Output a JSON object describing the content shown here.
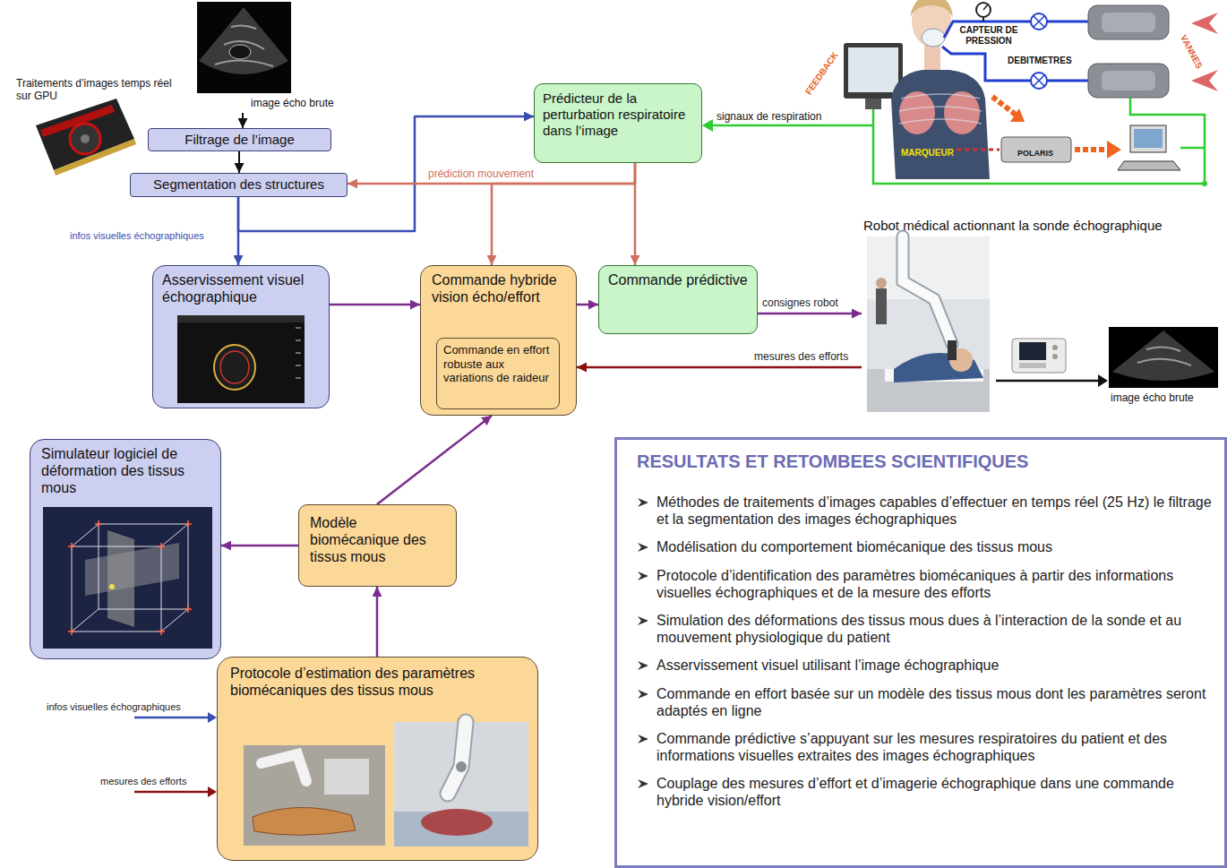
{
  "diagram": {
    "nodes": [
      {
        "text": [
          "image écho brute"
        ]
      },
      {
        "text": [
          "Prédicteur de la perturbation respiratoire dans l’image"
        ]
      },
      {
        "text": [
          "Filtrage de l’image"
        ]
      },
      {
        "text": [
          "Segmentation des structures"
        ]
      },
      {
        "text": [
          "Asservissement visuel échographique"
        ]
      },
      {
        "text": [
          "Commande hybride vision écho/effort"
        ]
      },
      {
        "text": [
          "Commande en effort robuste aux variations de raideur"
        ],
        "in": 5
      },
      {
        "text": [
          "Commande prédictive"
        ]
      },
      {
        "text": [
          "Robot médical actionnant la sonde échographique"
        ]
      },
      {
        "text": [
          "Simulateur logiciel de déformation des tissus mous"
        ]
      },
      {
        "text": [
          "Modèle biomécanique des tissus mous"
        ]
      },
      {
        "text": [
          "Protocole d’estimation des paramètres biomécaniques des tissus mous"
        ]
      },
      {
        "text": [
          "RESULTATS ET RETOMBEES SCIENTIFIQUES",
          "Méthodes de traitements d’images capables d’effectuer en temps réel (25 Hz) le filtrage et la segmentation des images échographiques",
          "Modélisation du comportement biomécanique des tissus mous",
          "Protocole d’identification des paramètres biomécaniques à partir des informations visuelles échographiques et de la mesure des efforts",
          "Simulation des déformations des tissus mous dues à l’interaction de la sonde et au mouvement physiologique du patient",
          "Asservissement visuel utilisant l’image échographique",
          "Commande en effort basée sur un modèle des tissus mous dont les paramètres seront adaptés en ligne",
          "Commande prédictive s’appuyant sur les mesures respiratoires du patient et des informations visuelles extraites des images échographiques",
          "Couplage des mesures d’effort et d’imagerie échographique dans une commande hybride vision/effort"
        ]
      }
    ],
    "edges": [
      {
        "from": 0,
        "to": 2,
        "arrow": "to"
      },
      {
        "from": 2,
        "to": 3,
        "arrow": "to"
      },
      {
        "from": 3,
        "to": 4,
        "arrow": "to",
        "label": "infos visuelles échographiques"
      },
      {
        "from": 3,
        "to": 1,
        "arrow": "to"
      },
      {
        "from": 1,
        "to": 3,
        "arrow": "to",
        "label": "prédiction mouvement"
      },
      {
        "from": 1,
        "to": 5,
        "arrow": "to"
      },
      {
        "from": 1,
        "to": 7,
        "arrow": "to"
      },
      {
        "from": 4,
        "to": 5,
        "arrow": "to"
      },
      {
        "from": 5,
        "to": 7,
        "arrow": "to"
      },
      {
        "from": 7,
        "to": 8,
        "arrow": "to",
        "label": "consignes robot"
      },
      {
        "from": 8,
        "to": 5,
        "arrow": "to",
        "label": "mesures des efforts"
      },
      {
        "from": 11,
        "to": 10,
        "arrow": "to"
      },
      {
        "from": 10,
        "to": 9,
        "arrow": "to"
      },
      {
        "from": 10,
        "to": 5,
        "arrow": "to"
      }
    ],
    "labels": [
      "Traitements d’images temps réel sur GPU",
      "FEEDBACK",
      "CAPTEUR DE PRESSION",
      "DEBITMETRES",
      "VANNES",
      "MARQUEUR",
      "POLARIS",
      "signaux de respiration",
      "image écho brute",
      "infos visuelles échographiques",
      "mesures des efforts"
    ]
  }
}
